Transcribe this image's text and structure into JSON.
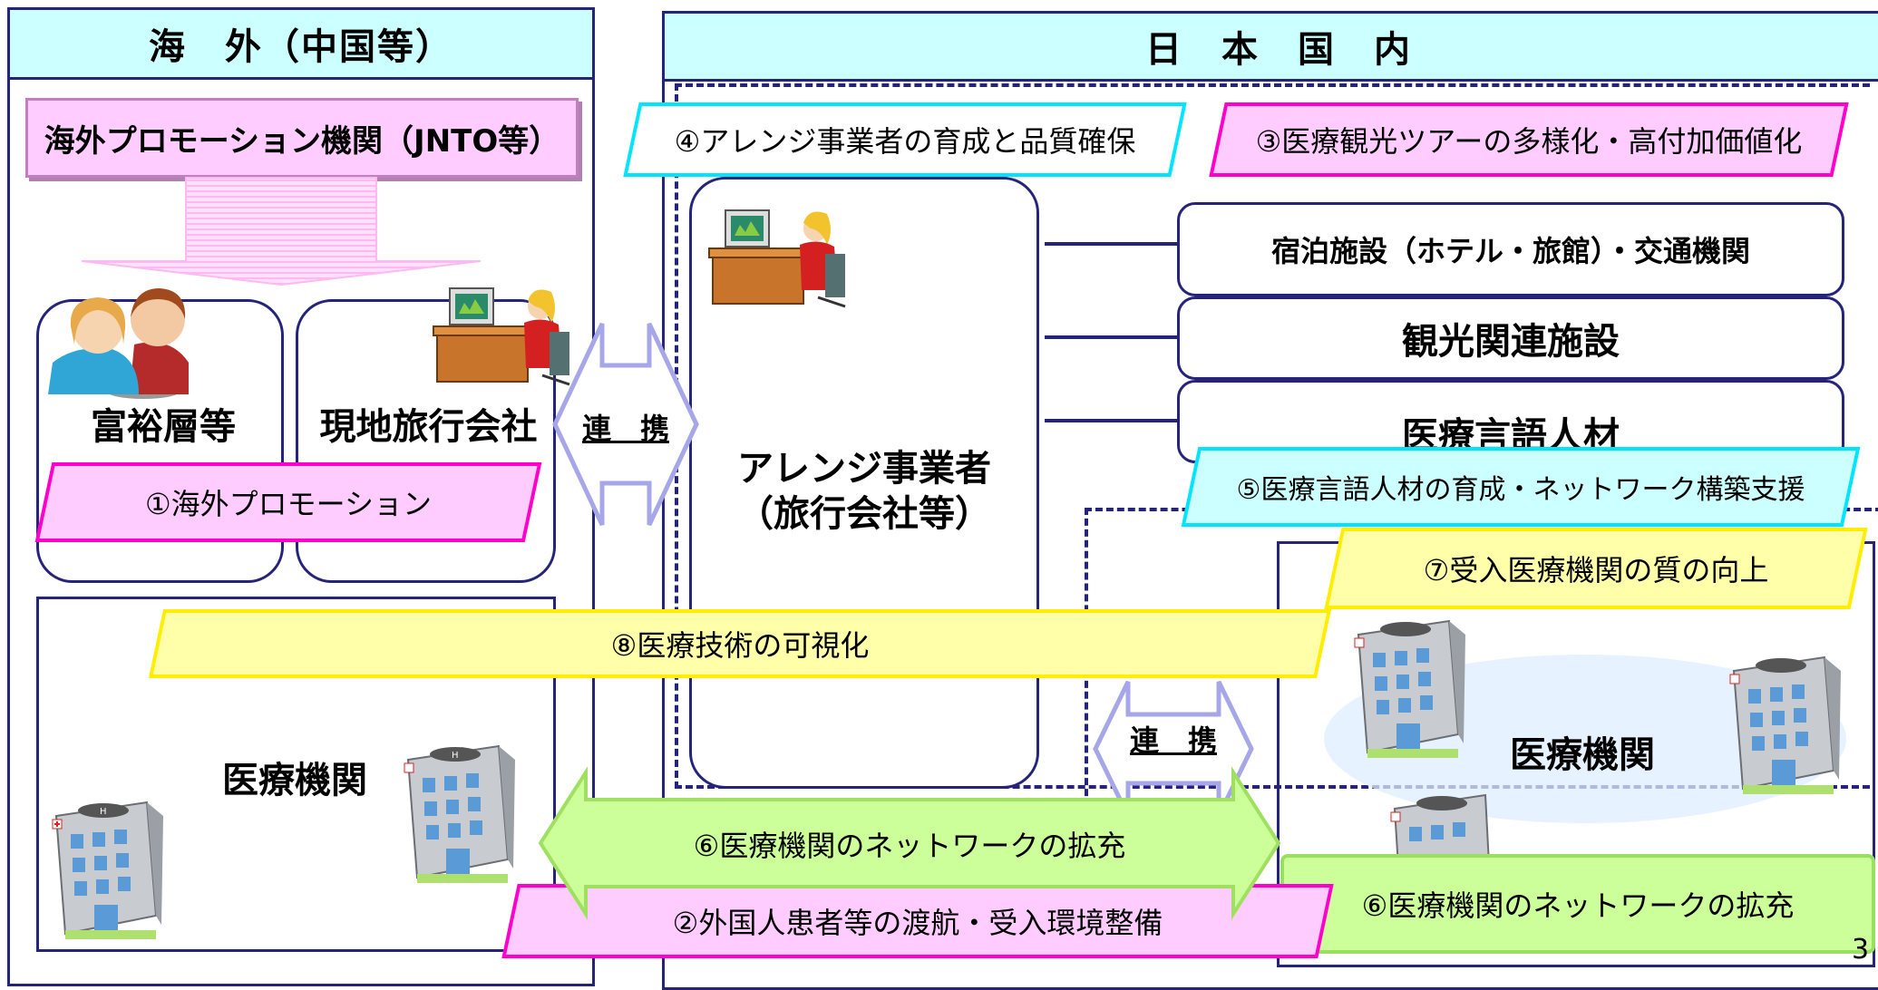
{
  "overseas": {
    "header": "海　外（中国等）",
    "promo_org": "海外プロモーション機関（JNTO等）",
    "wealthy": "富裕層等",
    "local_agency": "現地旅行会社",
    "promo_banner": "①海外プロモーション",
    "medical": "医療機関"
  },
  "domestic": {
    "header": "日　本　国　内",
    "arranger_title": "アレンジ事業者",
    "arranger_sub": "（旅行会社等）",
    "arranger_banner": "④アレンジ事業者の育成と品質確保",
    "tour_banner": "③医療観光ツアーの多様化・高付加価値化",
    "lodging": "宿泊施設（ホテル・旅館）・交通機関",
    "tourism": "観光関連施設",
    "language": "医療言語人材",
    "language_banner": "⑤医療言語人材の育成・ネットワーク構築支援",
    "quality_banner": "⑦受入医療機関の質の向上",
    "medical": "医療機関",
    "network_banner_right": "⑥医療機関のネットワークの拡充"
  },
  "shared": {
    "link_left": "連　携",
    "link_right": "連　携",
    "visualize_banner": "⑧医療技術の可視化",
    "network_arrow": "⑥医療機関のネットワークの拡充",
    "patient_banner": "②外国人患者等の渡航・受入環境整備"
  },
  "page_number": "3",
  "colors": {
    "navy": "#25237a",
    "header_fill": "#ccffff",
    "pink_fill": "#ffccff",
    "pink_border": "#ff00cc",
    "cyan_border": "#00e5ff",
    "yellow_fill": "#ffffaa",
    "green_fill": "#ccff99"
  }
}
